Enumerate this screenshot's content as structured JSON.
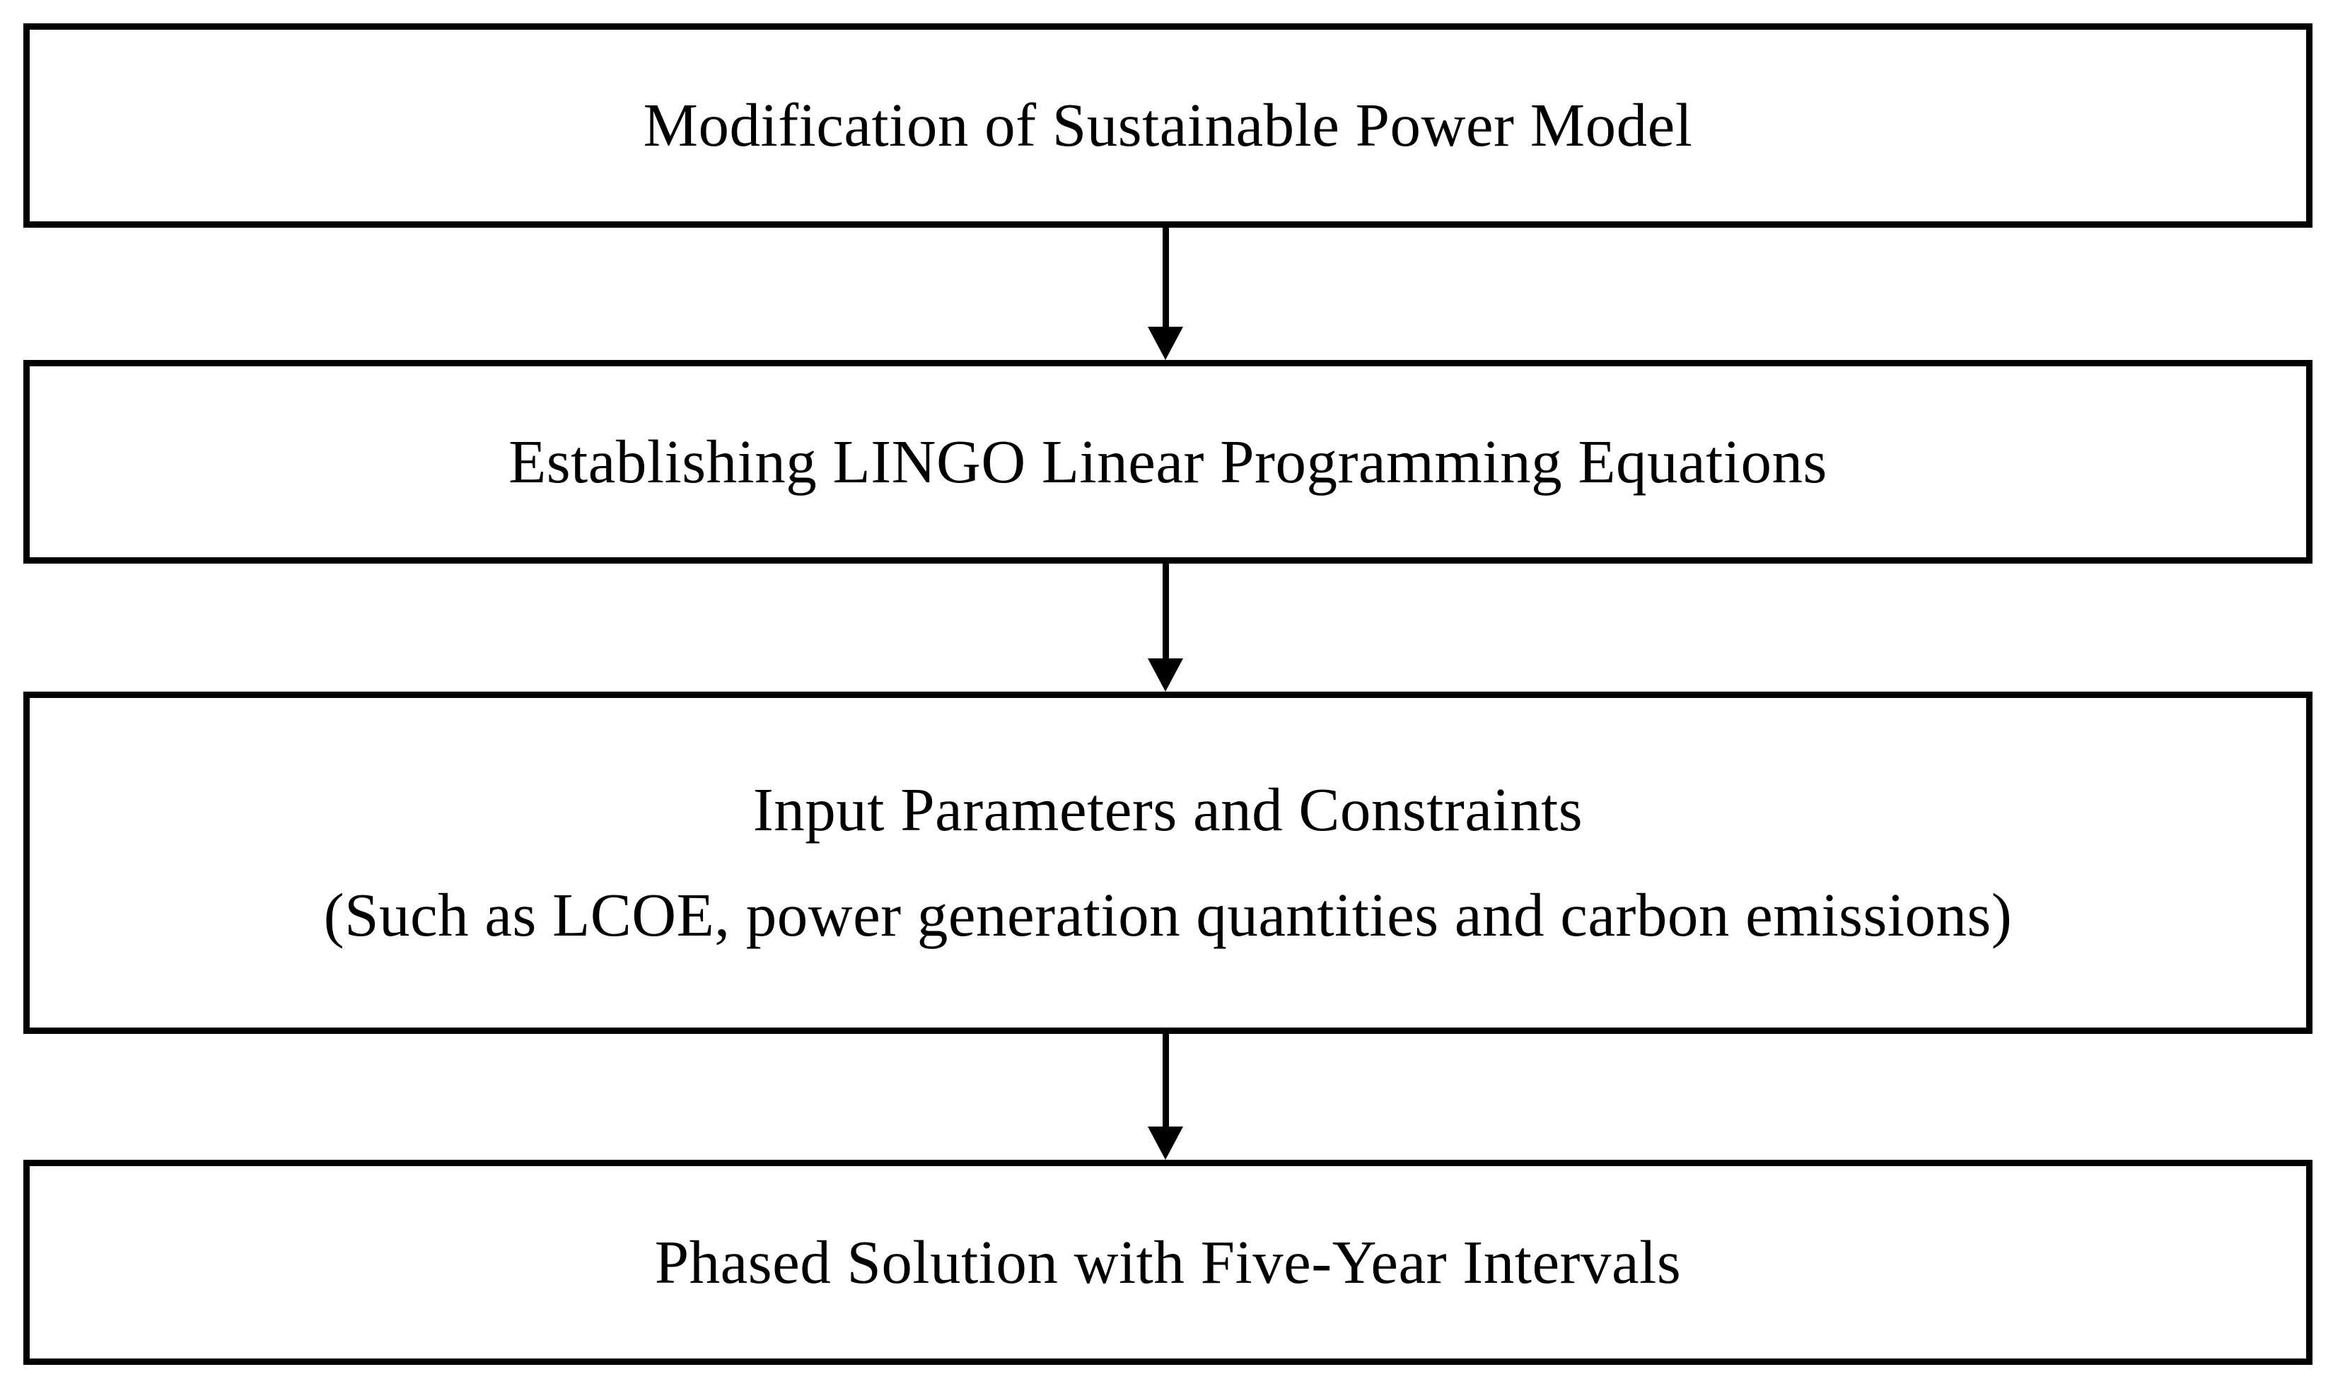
{
  "diagram": {
    "type": "flowchart",
    "direction": "top-to-bottom",
    "colors": {
      "border": "#000000",
      "background": "#ffffff",
      "text": "#000000"
    },
    "nodes": [
      {
        "lines": [
          "Modification of Sustainable Power Model"
        ]
      },
      {
        "lines": [
          "Establishing LINGO Linear Programming Equations"
        ]
      },
      {
        "lines": [
          "Input Parameters and Constraints",
          "(Such as LCOE, power generation quantities and carbon emissions)"
        ]
      },
      {
        "lines": [
          "Phased Solution with Five-Year Intervals"
        ]
      }
    ],
    "connectors": [
      {
        "from": 0,
        "to": 1,
        "style": "arrow-down"
      },
      {
        "from": 1,
        "to": 2,
        "style": "arrow-down"
      },
      {
        "from": 2,
        "to": 3,
        "style": "arrow-down"
      }
    ]
  }
}
